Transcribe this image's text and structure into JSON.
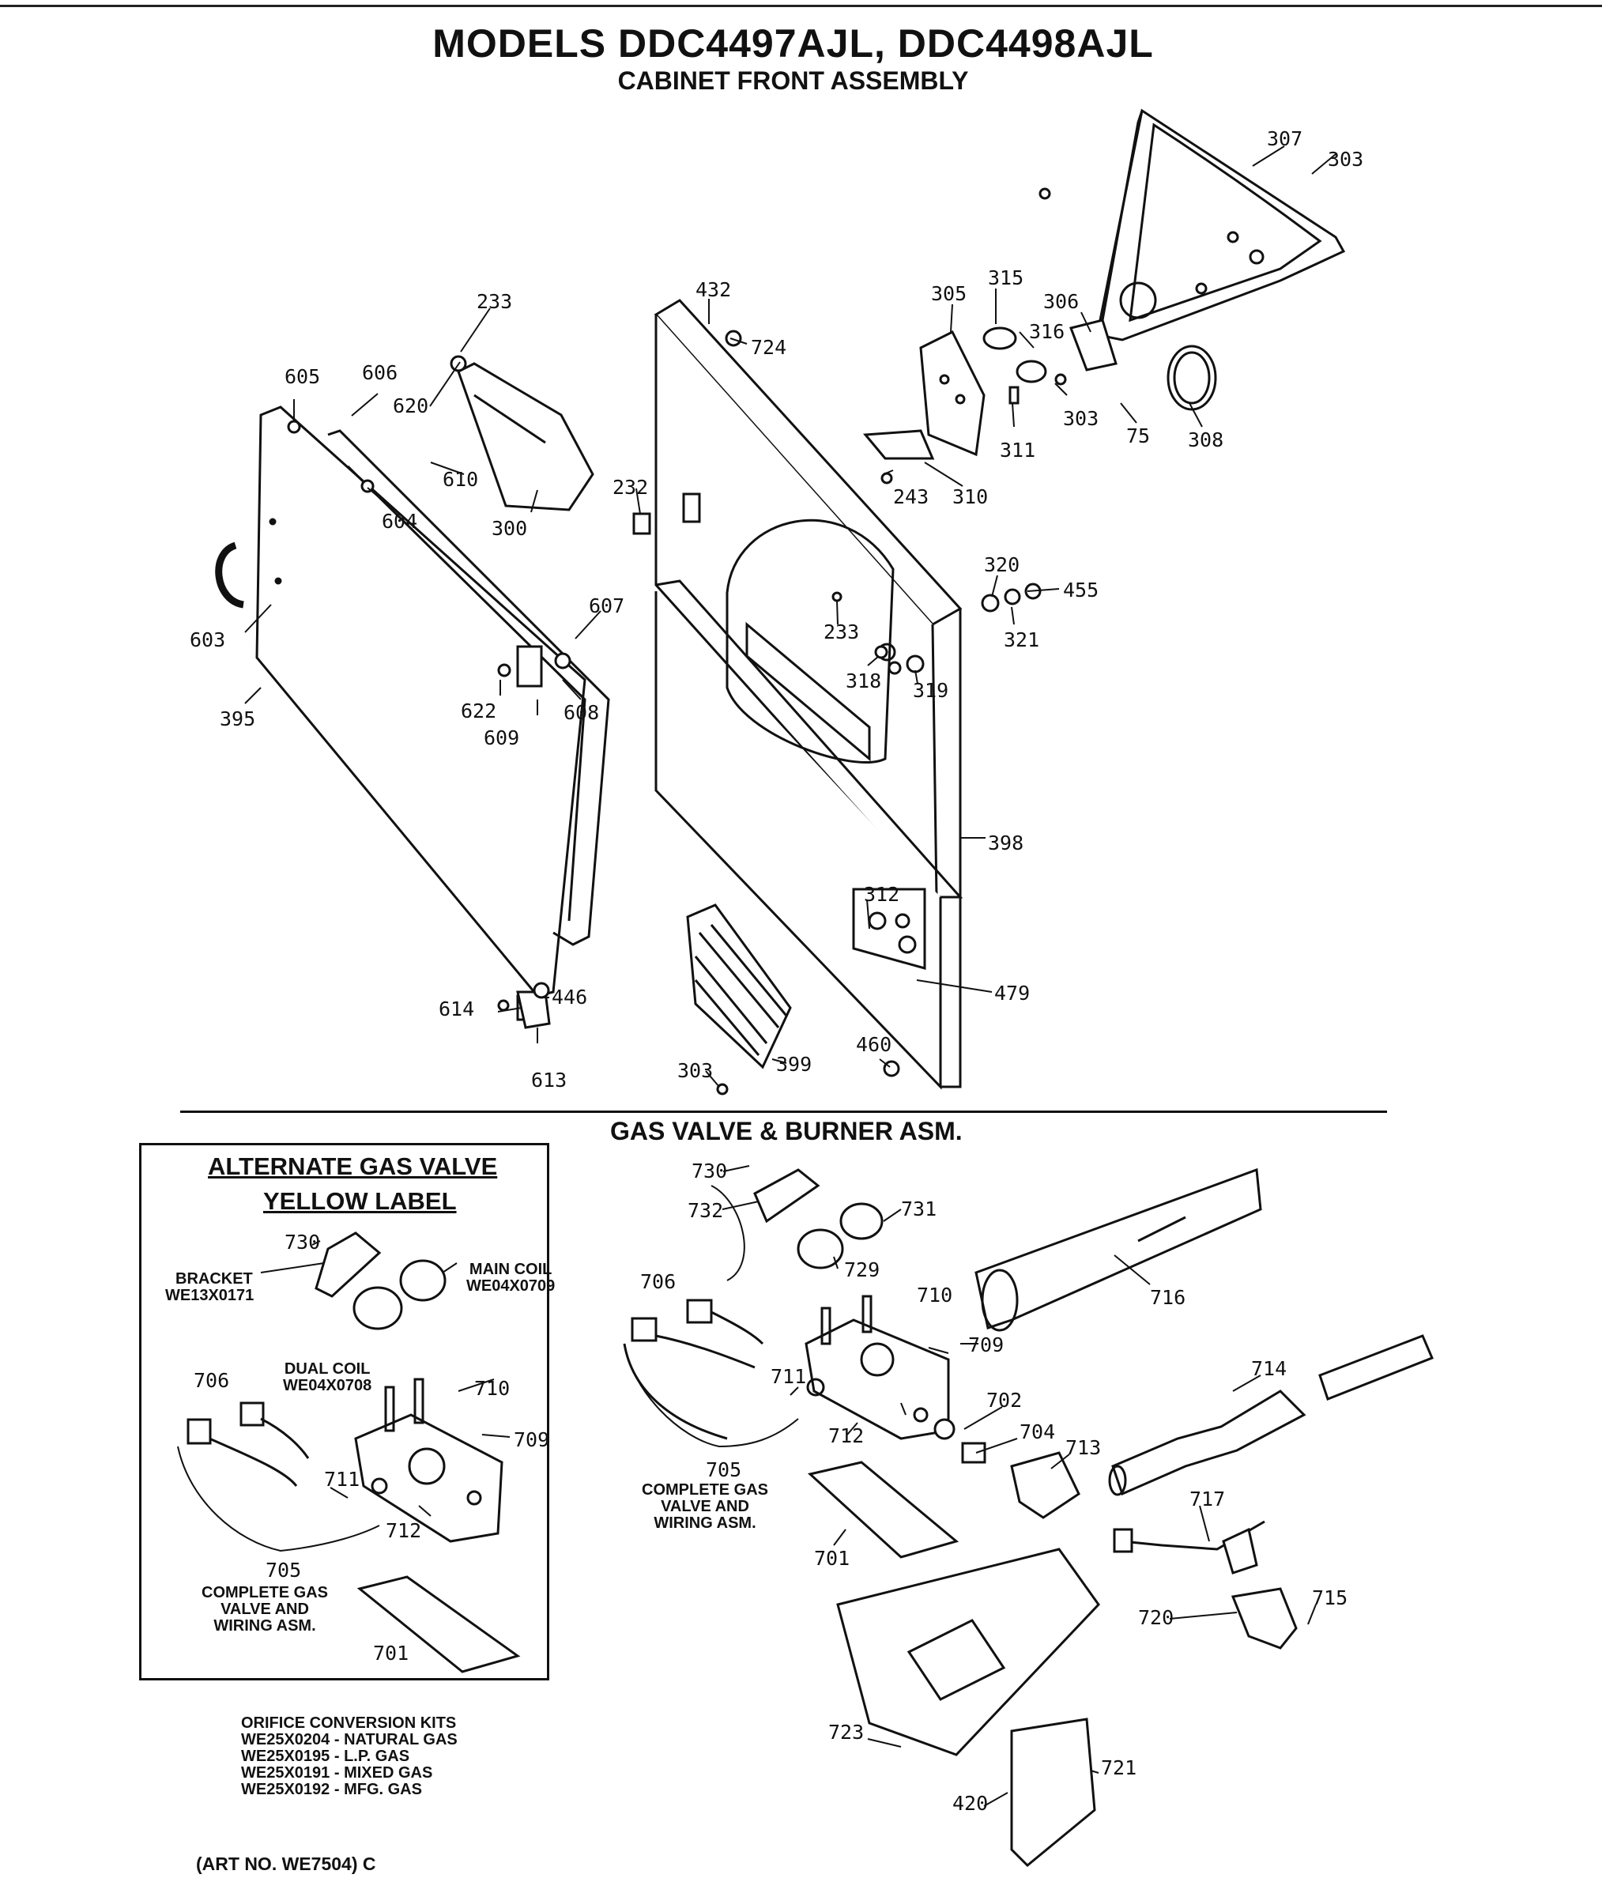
{
  "header": {
    "title": "MODELS DDC4497AJL, DDC4498AJL",
    "subtitle": "CABINET FRONT ASSEMBLY"
  },
  "gas_section": {
    "heading": "GAS VALVE & BURNER ASM."
  },
  "alternate_box": {
    "title_line1": "ALTERNATE GAS VALVE",
    "title_line2": "YELLOW LABEL",
    "bracket_name": "BRACKET",
    "bracket_part": "WE13X0171",
    "main_coil_name": "MAIN COIL",
    "main_coil_part": "WE04X0709",
    "dual_coil_name": "DUAL COIL",
    "dual_coil_part": "WE04X0708",
    "complete_line1": "COMPLETE GAS",
    "complete_line2": "VALVE AND",
    "complete_line3": "WIRING ASM."
  },
  "gas_asm_note": {
    "line1": "COMPLETE GAS",
    "line2": "VALVE AND",
    "line3": "WIRING ASM."
  },
  "orifice_kits": {
    "heading": "ORIFICE CONVERSION KITS",
    "items": [
      "WE25X0204 - NATURAL GAS",
      "WE25X0195 - L.P. GAS",
      "WE25X0191 - MIXED GAS",
      "WE25X0192 - MFG. GAS"
    ]
  },
  "art_number": "(ART NO. WE7504) C",
  "callouts": {
    "c307": "307",
    "c303a": "303",
    "c305": "305",
    "c315": "315",
    "c306": "306",
    "c316": "316",
    "c303b": "303",
    "c75": "75",
    "c308": "308",
    "c311": "311",
    "c243": "243",
    "c310": "310",
    "c432": "432",
    "c724": "724",
    "c233a": "233",
    "c605": "605",
    "c606": "606",
    "c620": "620",
    "c610": "610",
    "c604": "604",
    "c300": "300",
    "c232": "232",
    "c320": "320",
    "c455": "455",
    "c321": "321",
    "c233b": "233",
    "c318": "318",
    "c319": "319",
    "c607": "607",
    "c603": "603",
    "c622": "622",
    "c608": "608",
    "c609": "609",
    "c395": "395",
    "c398": "398",
    "c312": "312",
    "c479": "479",
    "c614": "614",
    "c446": "446",
    "c613": "613",
    "c460": "460",
    "c303c": "303",
    "c399": "399",
    "g730": "730",
    "g732": "732",
    "g731": "731",
    "g729": "729",
    "g716": "716",
    "g706": "706",
    "g710": "710",
    "g709": "709",
    "g711": "711",
    "g712": "712",
    "g702": "702",
    "g704": "704",
    "g713": "713",
    "g714": "714",
    "g705": "705",
    "g701": "701",
    "g717": "717",
    "g715": "715",
    "g720": "720",
    "g723": "723",
    "g721": "721",
    "g420": "420",
    "a730": "730",
    "a706": "706",
    "a710": "710",
    "a709": "709",
    "a711": "711",
    "a712": "712",
    "a705": "705",
    "a701": "701"
  }
}
